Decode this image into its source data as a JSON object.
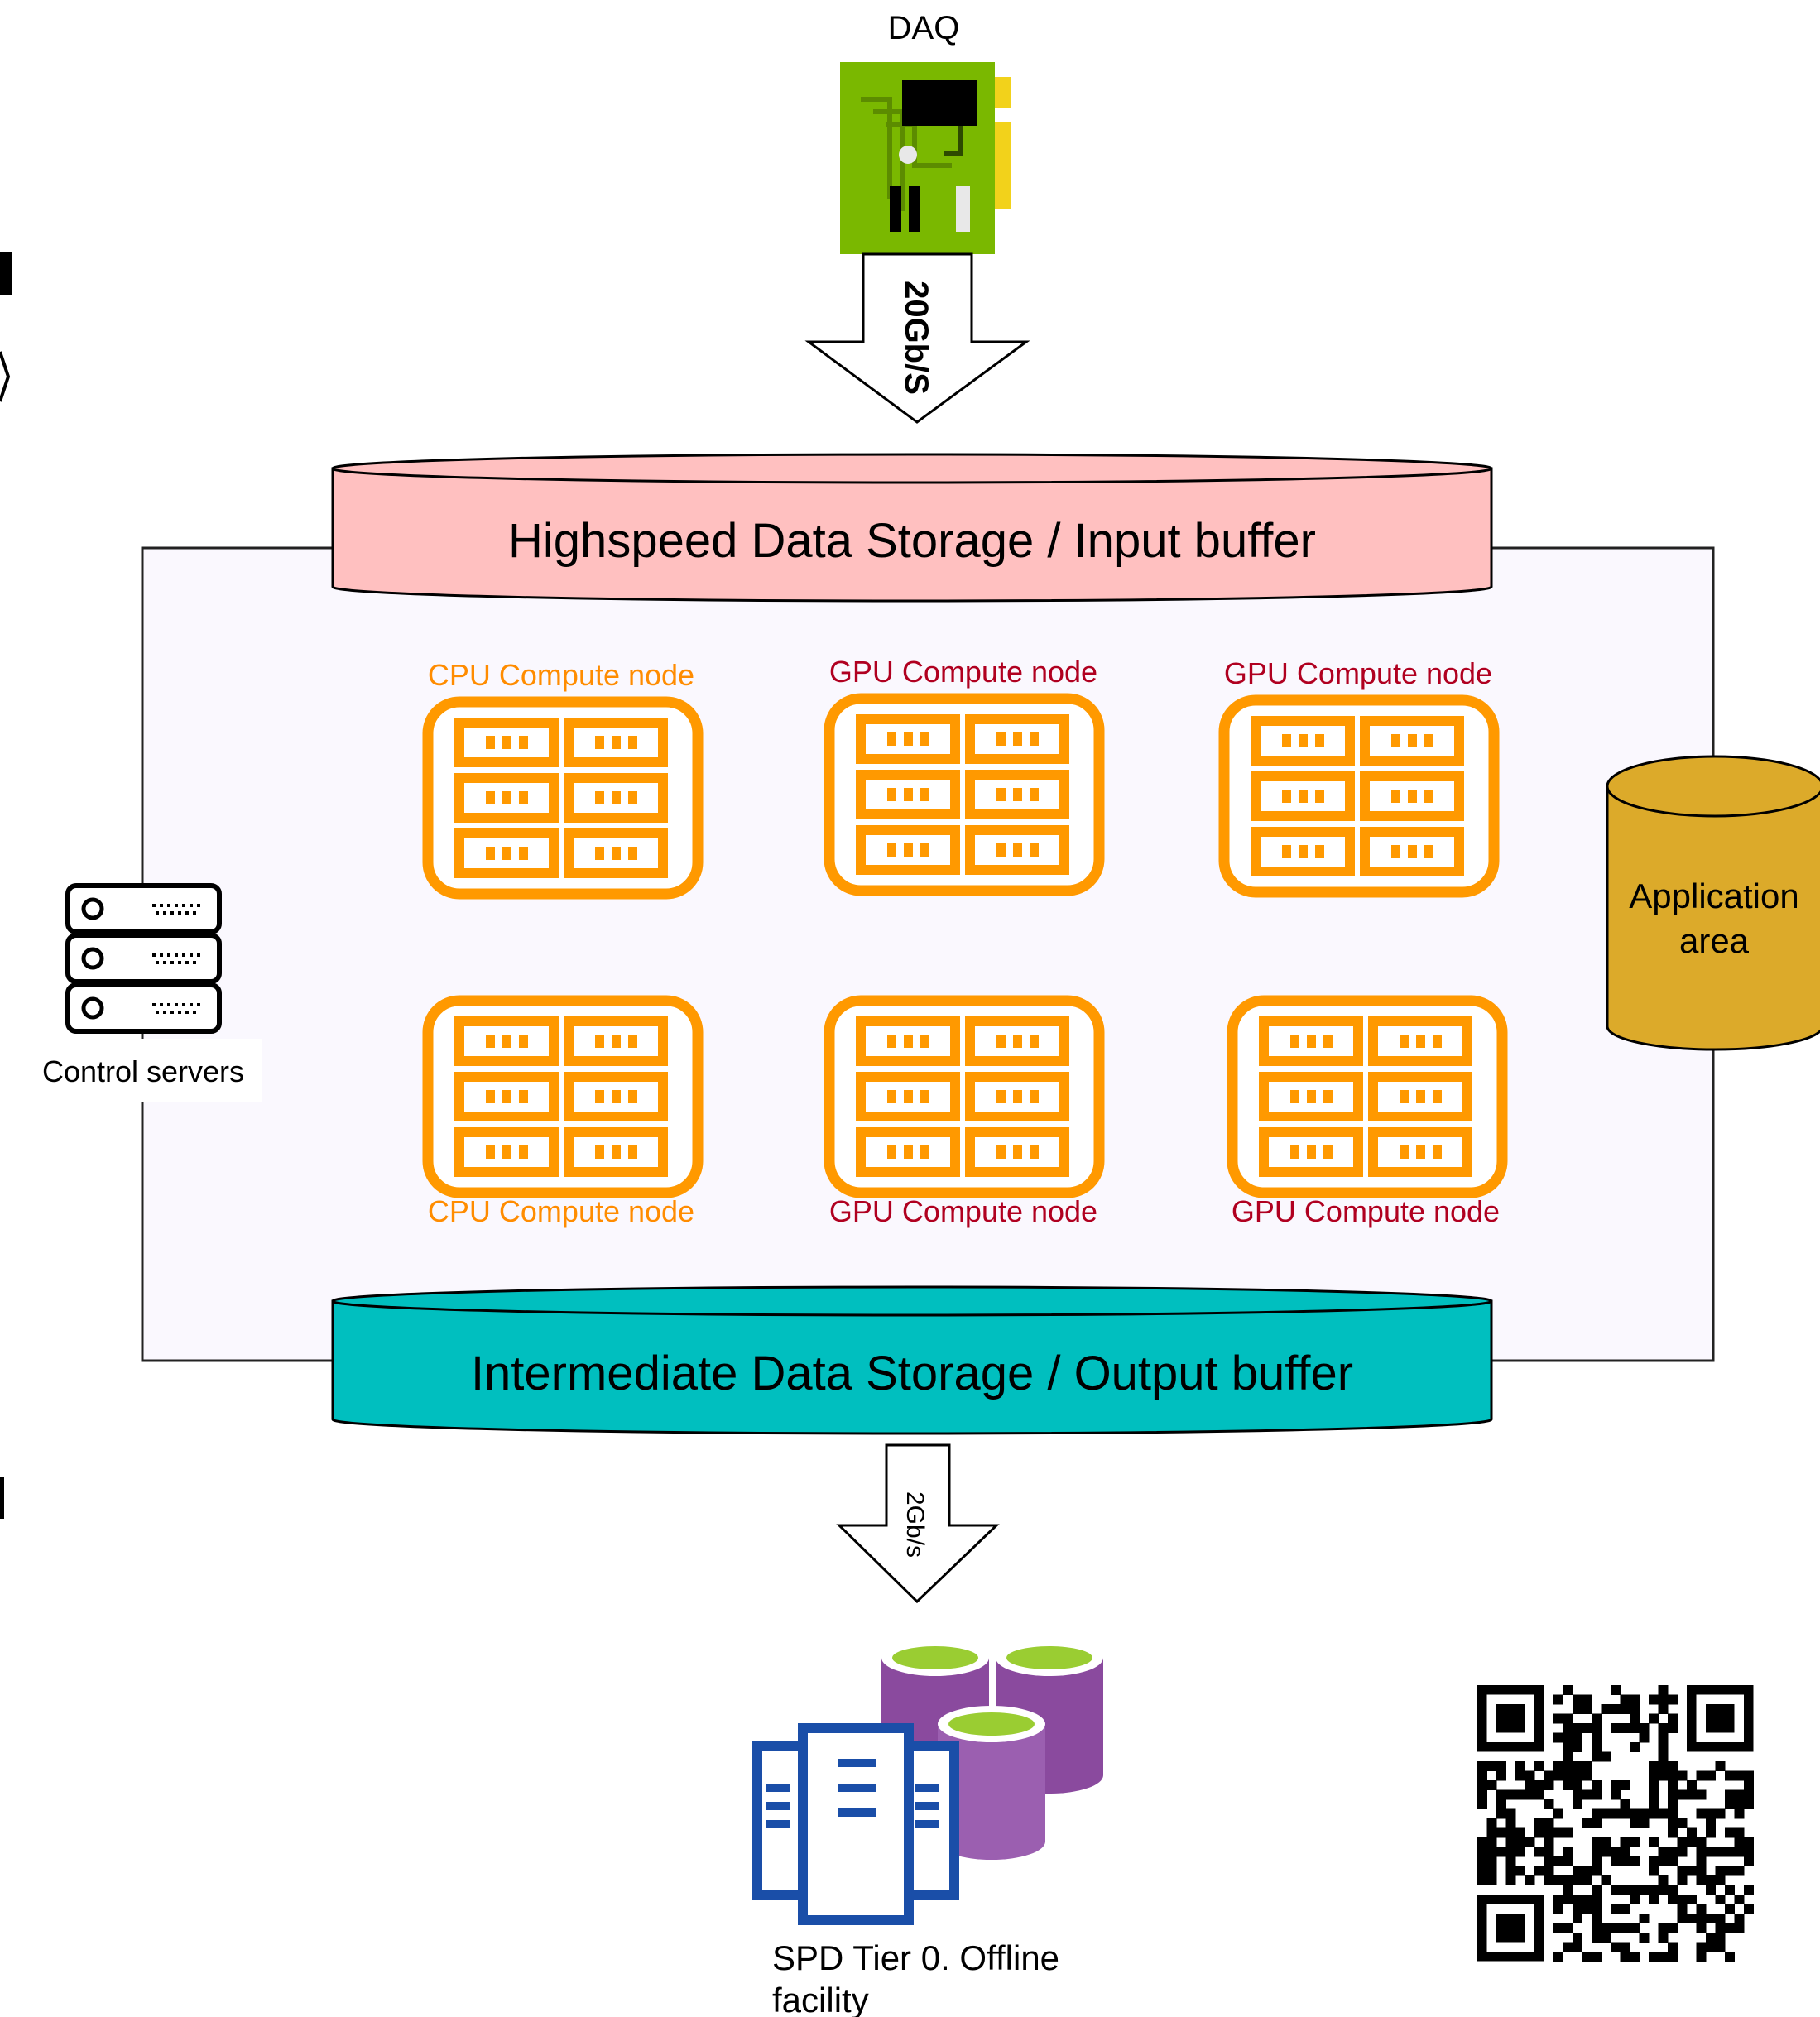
{
  "daq": {
    "label": "DAQ"
  },
  "input_link": {
    "rate": "20Gb/S"
  },
  "input_buffer": {
    "label": "Highspeed Data Storage / Input buffer"
  },
  "nodes": [
    {
      "label": "CPU Compute node",
      "kind": "cpu"
    },
    {
      "label": "GPU Compute node",
      "kind": "gpu"
    },
    {
      "label": "GPU Compute node",
      "kind": "gpu"
    },
    {
      "label": "CPU Compute node",
      "kind": "cpu"
    },
    {
      "label": "GPU Compute node",
      "kind": "gpu"
    },
    {
      "label": "GPU Compute node",
      "kind": "gpu"
    }
  ],
  "control_servers": {
    "label": "Control servers"
  },
  "application_area": {
    "line1": "Application",
    "line2": "area"
  },
  "output_buffer": {
    "label": "Intermediate Data Storage / Output buffer"
  },
  "output_link": {
    "rate": "2Gb/s"
  },
  "tier0": {
    "line1": "SPD Tier 0. Offline",
    "line2": "facility"
  },
  "colors": {
    "input_buffer": "#ffc0c0",
    "output_buffer": "#00bfbf",
    "node_orange": "#ff9900",
    "cpu_label": "#ff8c00",
    "gpu_label": "#b00020",
    "application_area": "#dcaa2a",
    "daq_board": "#7ab800",
    "storage_purple": "#9b5fb0",
    "storage_top": "#9acd32",
    "server_blue": "#1a4ea8",
    "cluster_bg": "#faf8fe"
  }
}
